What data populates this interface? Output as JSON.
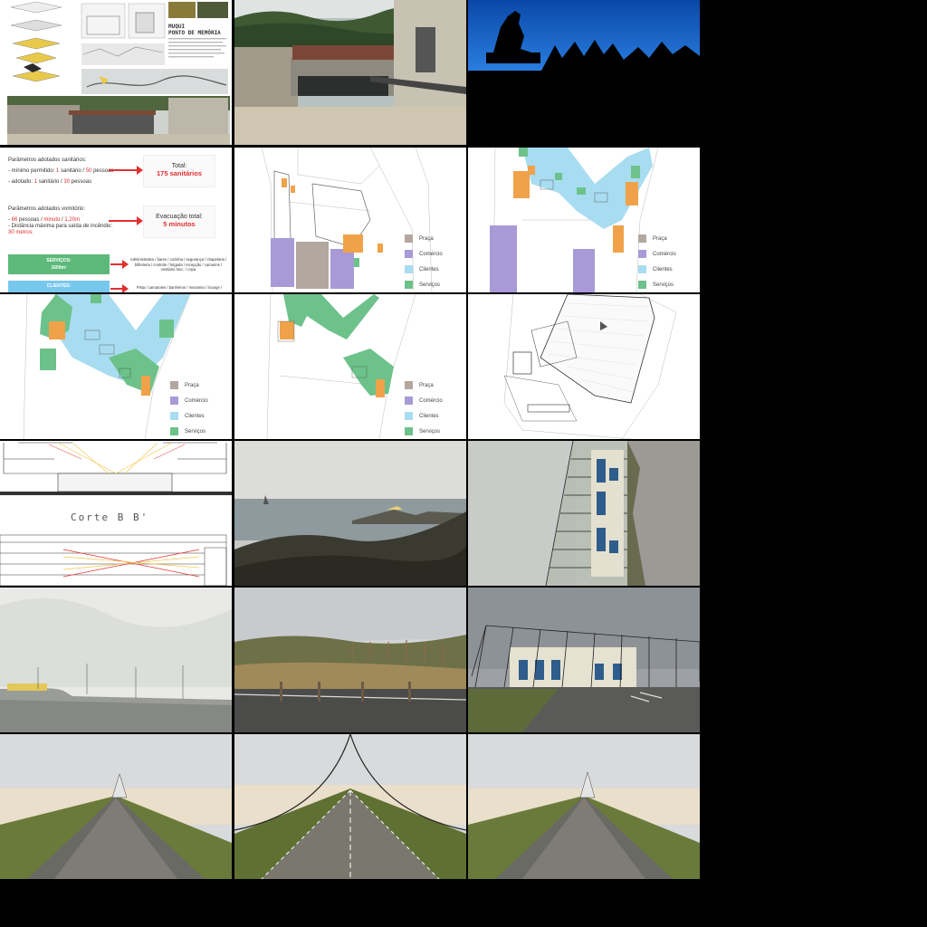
{
  "board": {
    "title_line1": "MUQUI",
    "title_line2": "PONTO DE MEMÓRIA"
  },
  "parametros": {
    "sanitarios_heading": "Parâmetros adotados sanitários:",
    "sanitarios_line1_a": "- mínimo permitido: ",
    "sanitarios_line1_b": "1",
    "sanitarios_line1_c": " sanitário / ",
    "sanitarios_line1_d": "50",
    "sanitarios_line1_e": " pessoas",
    "sanitarios_line2_a": "- adotado: ",
    "sanitarios_line2_b": "1",
    "sanitarios_line2_c": " sanitário / ",
    "sanitarios_line2_d": "30",
    "sanitarios_line2_e": " pessoas",
    "total_label": "Total:",
    "total_value": "175 sanitários",
    "vomitorio_heading": "Parâmetros adotados vomitório:",
    "vomitorio_line1_a": "- ",
    "vomitorio_line1_b": "66",
    "vomitorio_line1_c": " pessoas / ",
    "vomitorio_line1_d": "minuto",
    "vomitorio_line1_e": " / ",
    "vomitorio_line1_f": "1,20m",
    "vomitorio_line2": "- Distância máxima para saída de incêndio:",
    "vomitorio_line3": "30 metros",
    "evac_label": "Evacuação total:",
    "evac_value": "5 minutos",
    "servicos_label": "SERVIÇOS:",
    "servicos_area": "1600m²",
    "servicos_desc": "Administrativo / bares / cozinha / segurança / chapelaria / bilheteria / controle / brigada / recepção / camarins / vestiário func. / copa",
    "clientes_label": "CLIENTES:",
    "clientes_desc": "Pista / camarotes / banheiros / mezanino / lounge /"
  },
  "legend": {
    "praca": "Praça",
    "comercio": "Comércio",
    "clientes": "Clientes",
    "servicos": "Serviços"
  },
  "section": {
    "title": "Corte B B'"
  },
  "colors": {
    "praca": "#b3a7a0",
    "comercio": "#a89ad6",
    "clientes": "#a8dcf0",
    "servicos": "#6cc28a",
    "orange": "#f0a24a",
    "red": "#e23030",
    "sky_blue": "#1b6fd0"
  }
}
